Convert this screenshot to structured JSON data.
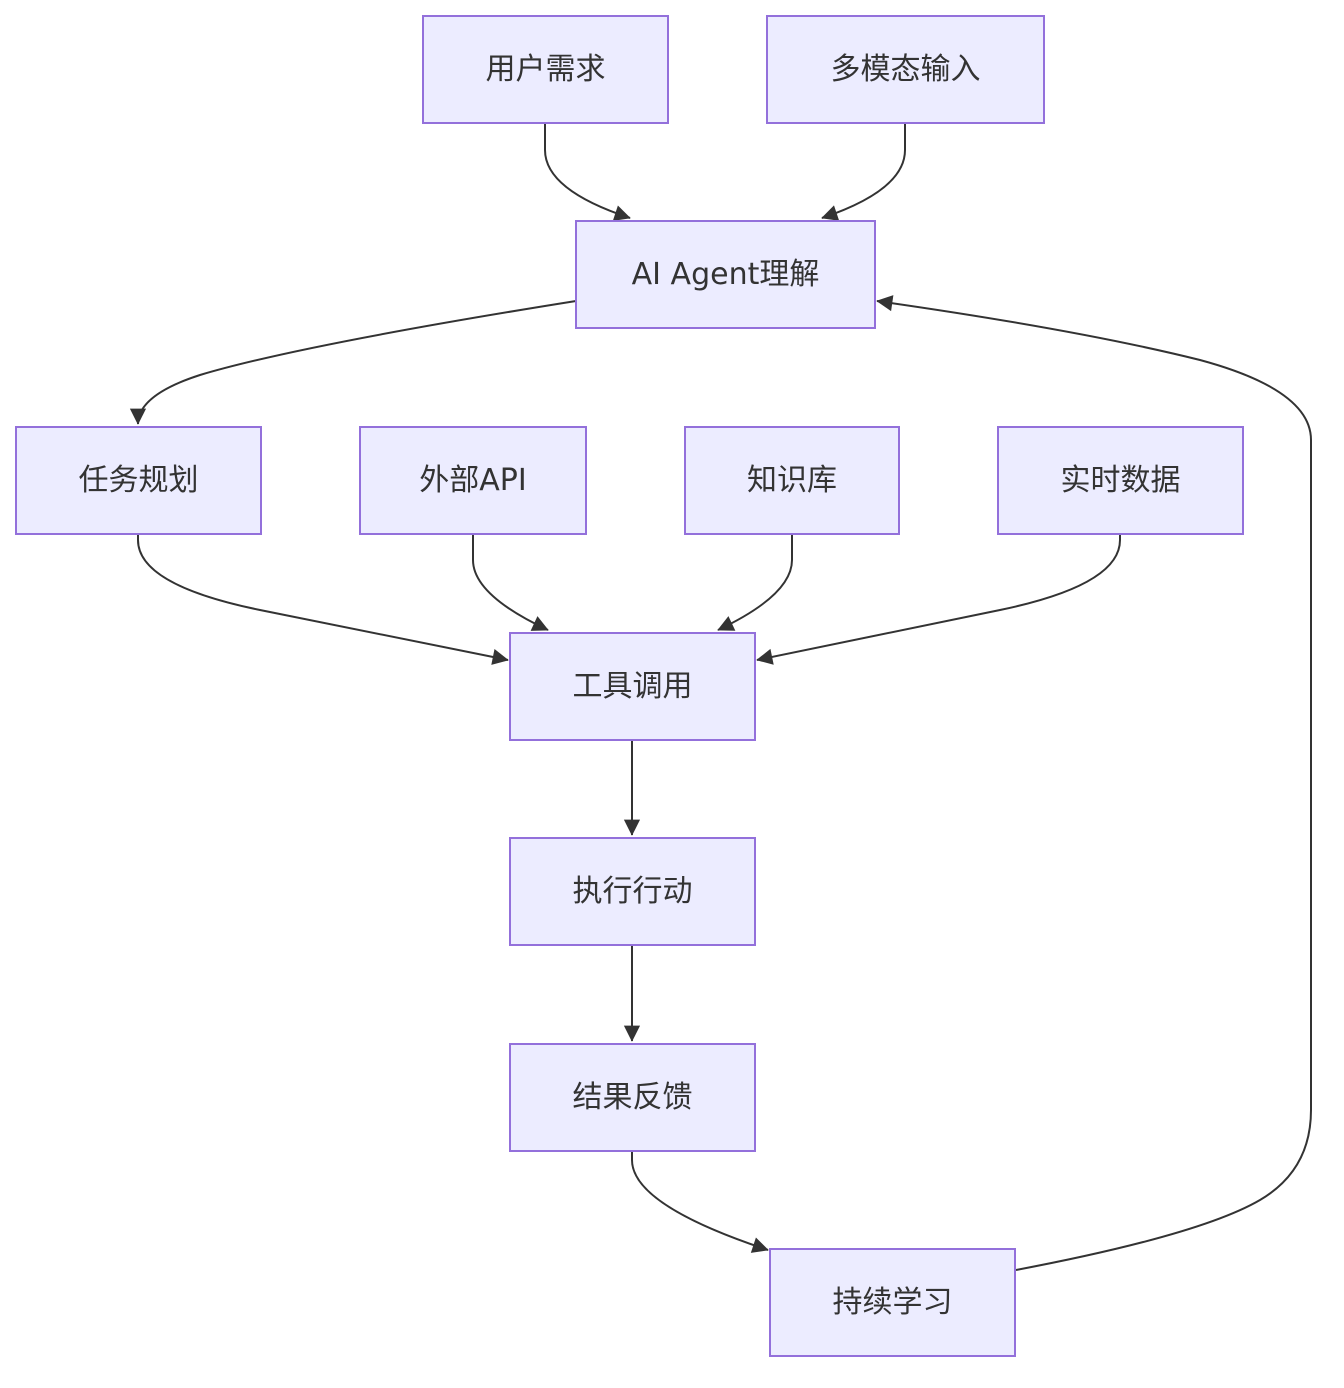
{
  "diagram": {
    "type": "flowchart",
    "colors": {
      "node_fill": "#ECECFF",
      "node_border": "#9370DB",
      "edge": "#333333",
      "text": "#333333"
    },
    "nodes": {
      "user_request": "用户需求",
      "multimodal_input": "多模态输入",
      "agent_understanding": "AI Agent理解",
      "task_planning": "任务规划",
      "external_api": "外部API",
      "knowledge_base": "知识库",
      "realtime_data": "实时数据",
      "tool_calling": "工具调用",
      "execute_action": "执行行动",
      "result_feedback": "结果反馈",
      "continuous_learning": "持续学习"
    },
    "edges": [
      {
        "from": "user_request",
        "to": "agent_understanding"
      },
      {
        "from": "multimodal_input",
        "to": "agent_understanding"
      },
      {
        "from": "agent_understanding",
        "to": "task_planning"
      },
      {
        "from": "task_planning",
        "to": "tool_calling"
      },
      {
        "from": "external_api",
        "to": "tool_calling"
      },
      {
        "from": "knowledge_base",
        "to": "tool_calling"
      },
      {
        "from": "realtime_data",
        "to": "tool_calling"
      },
      {
        "from": "tool_calling",
        "to": "execute_action"
      },
      {
        "from": "execute_action",
        "to": "result_feedback"
      },
      {
        "from": "result_feedback",
        "to": "continuous_learning"
      },
      {
        "from": "continuous_learning",
        "to": "agent_understanding"
      }
    ]
  }
}
